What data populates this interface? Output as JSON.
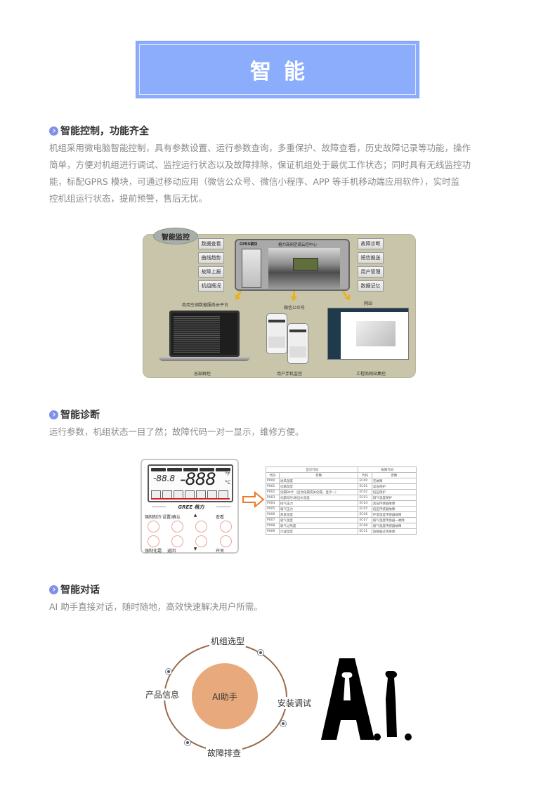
{
  "banner": {
    "title": "智能"
  },
  "sections": [
    {
      "title": "智能控制，功能齐全",
      "lines": [
        "机组采用微电脑智能控制，具有参数设置、运行参数查询，多重保护、故障查看，历史故障记录等功能，操作",
        "简单，方便对机组进行调试、监控运行状态以及故障排除，保证机组处于最优工作状态；同时具有无线监控功",
        "能，标配GPRS  模块，可通过移动应用（微信公众号、微信小程序、APP  等手机移动端应用软件），实时监",
        "控机组运行状态，提前预警，售后无忧。"
      ]
    },
    {
      "title": "智能诊断",
      "lines": [
        "运行参数，机组状态一目了然；故障代码一对一显示，维修方便。"
      ]
    },
    {
      "title": "智能对话",
      "lines": [
        "AI 助手直接对话，随时随地，高效快速解决用户所需。"
      ]
    }
  ],
  "monitor_diagram": {
    "tag": "智能监控",
    "left_buttons": [
      "数据查看",
      "曲线趋势",
      "故障上报",
      "机组概况"
    ],
    "right_buttons": [
      "故障诊断",
      "短信推送",
      "用户管理",
      "数据记忆"
    ],
    "center": {
      "module": "GPRS模块",
      "title": "格力商用空调云控中心"
    },
    "channels": [
      "商用空调数据服务云平台",
      "微信公众号",
      "网站"
    ],
    "captions": [
      "总部群控",
      "用户手机监控",
      "工程商网站集控"
    ]
  },
  "controller": {
    "lcd_small": "-88.8",
    "lcd_big": "-888",
    "unit_f": "°F",
    "unit_c": "°C",
    "brand": "GREE 格力",
    "keys_top": [
      "强制制冷",
      "设置/确认",
      "▲",
      "查看"
    ],
    "keys_bottom": [
      "强制化霜",
      "返回",
      "▼",
      "开关"
    ]
  },
  "code_table": {
    "headers": [
      "显示代码",
      "故障代码"
    ],
    "subheaders": [
      "代码",
      "参数",
      "代码",
      "参数"
    ],
    "rows": [
      [
        "P000",
        "进风温度",
        "EC00",
        "无故障"
      ],
      [
        "P001",
        "化霜温度",
        "EC01",
        "高压保护"
      ],
      [
        "P002",
        "化霜Bit计（启动化霜或关化霜，显示一）",
        "EC02",
        "低压保护"
      ],
      [
        "P003",
        "化霜与时/进出水温差",
        "EC03",
        "排气温度保护"
      ],
      [
        "P004",
        "排气压力",
        "EC04",
        "高压传感器故障"
      ],
      [
        "P005",
        "吸气压力",
        "EC05",
        "低压传感器故障"
      ],
      [
        "P006",
        "蒸发温度",
        "EC06",
        "环境温度传感器故障"
      ],
      [
        "P007",
        "吸气温度",
        "EC07",
        "排气温度传感器一故障"
      ],
      [
        "P008",
        "吸气过热度",
        "EC08",
        "吸气温度传感器故障"
      ],
      [
        "P009",
        "冷凝温度",
        "EC11",
        "放散器过热故障"
      ]
    ]
  },
  "ai_cycle": {
    "center": "AI助手",
    "nodes": [
      "机组选型",
      "安装调试",
      "故障排查",
      "产品信息"
    ],
    "logo": "A.I."
  }
}
